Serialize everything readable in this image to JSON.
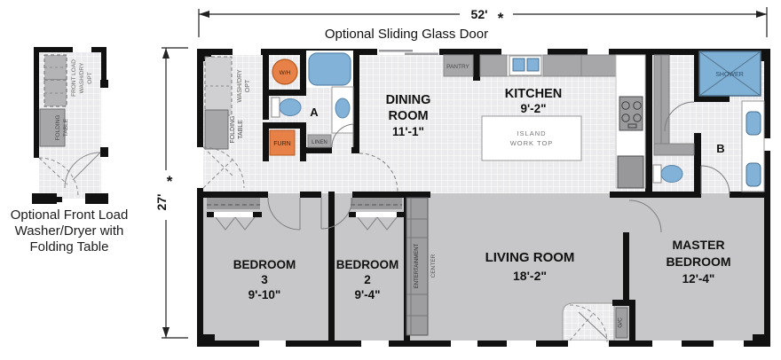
{
  "colors": {
    "wall": "#111111",
    "tile_floor": "#ebebed",
    "tile_grid": "#ffffff",
    "carpet_floor": "#c7c7c9",
    "cabinet_gray": "#a7a7a9",
    "fixture_blue": "#82b2d8",
    "fixture_orange": "#e88147"
  },
  "dimensions": {
    "width": "52'",
    "height": "27'",
    "asterisk": "*"
  },
  "notes": {
    "sliding_door": "Optional Sliding Glass Door"
  },
  "inset": {
    "washdry_l1": "FRONT LOAD",
    "washdry_l2": "WASH/DRY",
    "washdry_l3": "OPT",
    "folding_l1": "FOLDING",
    "folding_l2": "TABLE",
    "caption_l1": "Optional Front Load",
    "caption_l2": "Washer/Dryer with",
    "caption_l3": "Folding Table"
  },
  "plan": {
    "utility": {
      "washdry_l1": "WASH/DRY",
      "washdry_l2": "OPT",
      "folding_l1": "FOLDING",
      "folding_l2": "TABLE"
    },
    "bath_a": {
      "label": "A",
      "water_heater": "W/H",
      "furnace": "FURN",
      "linen": "LINEN"
    },
    "dining": {
      "name_l1": "DINING",
      "name_l2": "ROOM",
      "size": "11'-1\""
    },
    "kitchen": {
      "name": "KITCHEN",
      "size": "9'-2\"",
      "pantry": "PANTRY",
      "island_l1": "ISLAND",
      "island_l2": "WORK TOP"
    },
    "bath_b": {
      "label": "B",
      "shower": "SHOWER"
    },
    "bedroom3": {
      "name": "BEDROOM",
      "number": "3",
      "size": "9'-10\""
    },
    "bedroom2": {
      "name": "BEDROOM",
      "number": "2",
      "size": "9'-4\""
    },
    "living": {
      "name": "LIVING ROOM",
      "size": "18'-2\""
    },
    "master": {
      "name_l1": "MASTER",
      "name_l2": "BEDROOM",
      "size": "12'-4\""
    },
    "ent_center_l1": "ENTERTAINMENT",
    "ent_center_l2": "CENTER",
    "coat_closet": "G/C"
  }
}
